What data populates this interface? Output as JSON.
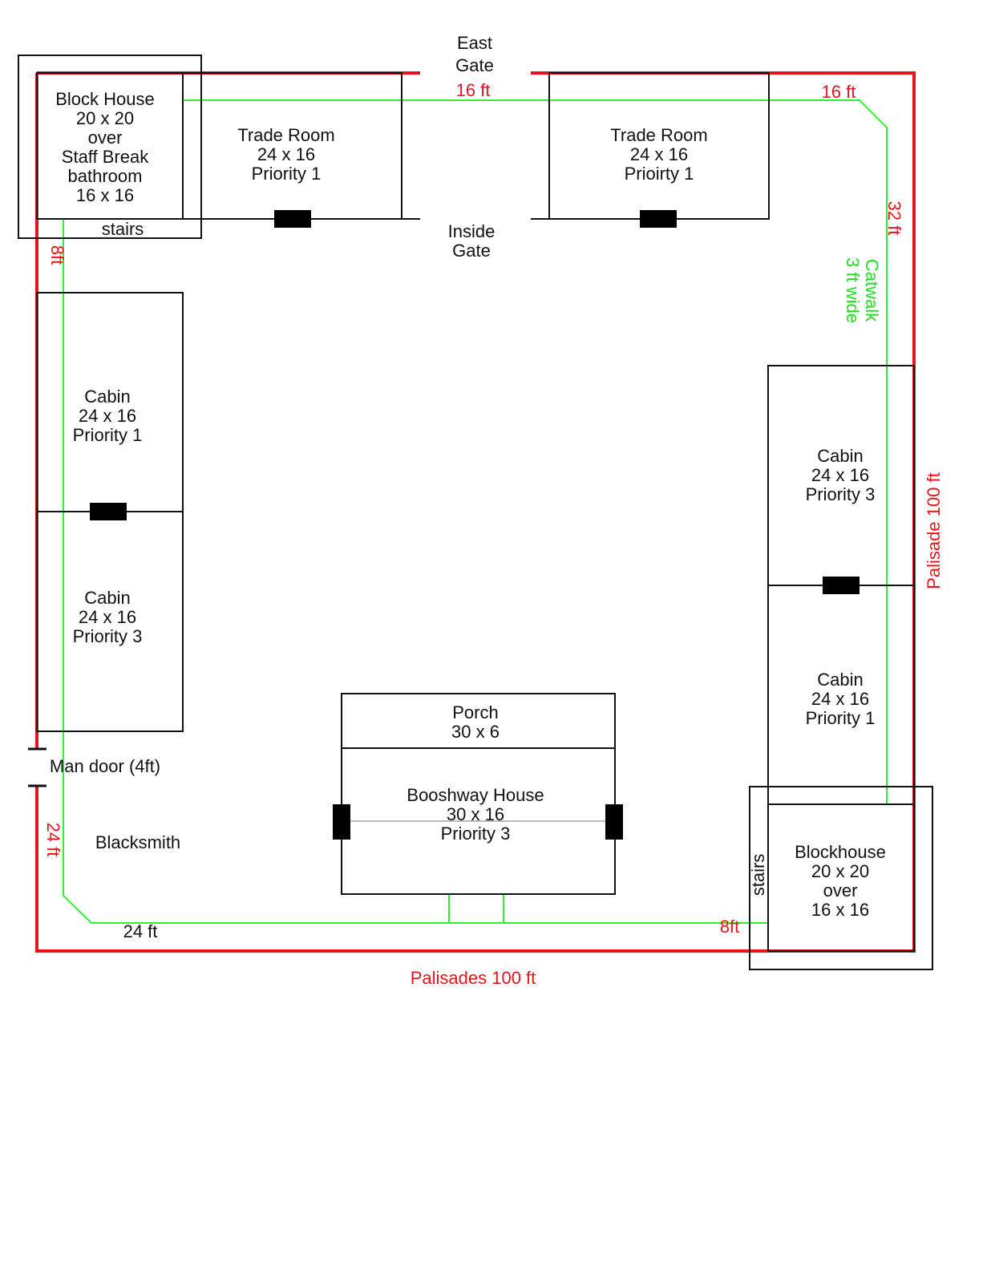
{
  "title": "Fort layout plan",
  "colors": {
    "palisade": "#e8141b",
    "catwalk": "#33ee33",
    "walls": "#111111"
  },
  "gates": {
    "east_gate": [
      "East",
      "Gate"
    ],
    "inside_gate": [
      "Inside",
      "Gate"
    ]
  },
  "dimensions": {
    "top_gate_width": "16 ft",
    "top_right_catwalk": "16 ft",
    "right_catwalk": "32 ft",
    "left_top": "8ft",
    "left_bottom": "24 ft",
    "bottom_left": "24 ft",
    "bottom_right": "8ft",
    "palisade_right": "Palisade 100 ft",
    "palisade_bottom": "Palisades 100 ft"
  },
  "catwalk_label": [
    "Catwalk",
    "3 ft wide"
  ],
  "buildings": {
    "blockhouse_nw": {
      "lines": [
        "Block House",
        "20 x  20",
        "over",
        "Staff Break",
        "bathroom",
        "16 x 16"
      ],
      "stairs": "stairs"
    },
    "trade_room_1": {
      "lines": [
        "Trade Room",
        "24 x 16",
        "Priority 1"
      ]
    },
    "trade_room_2": {
      "lines": [
        "Trade Room",
        "24 x 16",
        "Prioirty 1"
      ]
    },
    "cabin_w1": {
      "lines": [
        "Cabin",
        "24 x 16",
        "Priority 1"
      ]
    },
    "cabin_w2": {
      "lines": [
        "Cabin",
        "24 x 16",
        "Priority 3"
      ]
    },
    "cabin_e1": {
      "lines": [
        "Cabin",
        "24 x 16",
        "Priority 3"
      ]
    },
    "cabin_e2": {
      "lines": [
        "Cabin",
        "24 x 16",
        "Priority 1"
      ]
    },
    "porch": {
      "lines": [
        "Porch",
        "30 x 6"
      ]
    },
    "booshway_house": {
      "lines": [
        "Booshway House",
        "30 x 16",
        "Priority 3"
      ]
    },
    "blockhouse_se": {
      "lines": [
        "Blockhouse",
        "20 x 20",
        "over",
        "16 x 16"
      ],
      "stairs": "stairs"
    }
  },
  "labels": {
    "man_door": "Man door (4ft)",
    "blacksmith": "Blacksmith"
  }
}
